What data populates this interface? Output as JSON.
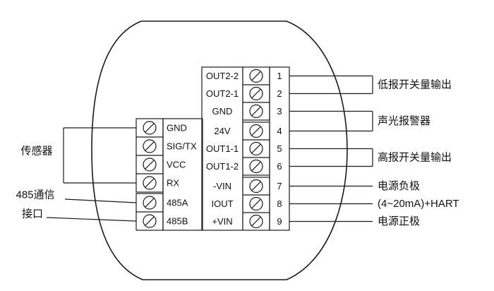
{
  "left_block": {
    "terminals": [
      "GND",
      "SIG/TX",
      "VCC",
      "RX",
      "485A",
      "485B"
    ]
  },
  "right_block": {
    "terminals": [
      "OUT2-2",
      "OUT2-1",
      "GND",
      "24V",
      "OUT1-1",
      "OUT1-2",
      "-VIN",
      "IOUT",
      "+VIN"
    ],
    "numbers": [
      "1",
      "2",
      "3",
      "4",
      "5",
      "6",
      "7",
      "8",
      "9"
    ]
  },
  "labels_left": {
    "sensor": "传感器",
    "comm_line1": "485通信",
    "comm_line2": "接口"
  },
  "labels_right": {
    "low_alarm": "低报开关量输出",
    "sound_light_alarm": "声光报警器",
    "high_alarm": "高报开关量输出",
    "power_negative": "电源负极",
    "current_hart": "(4~20mA)+HART",
    "power_positive": "电源正极"
  },
  "colors": {
    "line": "#1a1a1a",
    "background": "#ffffff"
  }
}
